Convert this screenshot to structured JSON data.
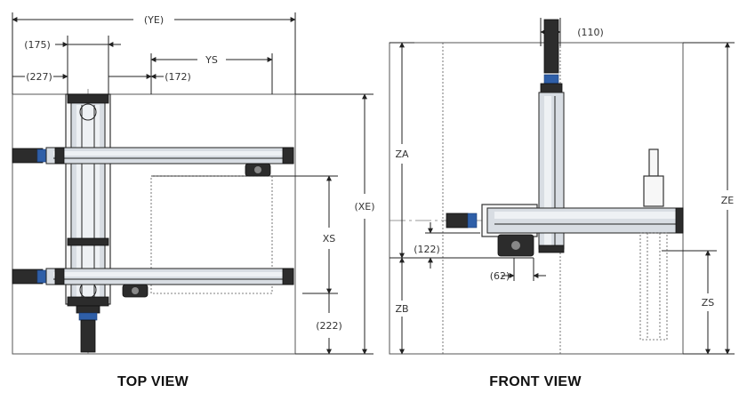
{
  "views": {
    "top": {
      "title": "TOP VIEW"
    },
    "front": {
      "title": "FRONT VIEW"
    }
  },
  "top_dims": {
    "ye": "(YE)",
    "d175": "(175)",
    "d227": "(227)",
    "d172": "(172)",
    "ys": "YS",
    "xe": "(XE)",
    "xs": "XS",
    "d222": "(222)"
  },
  "front_dims": {
    "d110": "(110)",
    "za": "ZA",
    "ze": "ZE",
    "d122": "(122)",
    "d62": "(62)",
    "zb": "ZB",
    "zs": "ZS"
  },
  "colors": {
    "motor_blue": "#2f5fa8",
    "rail_gray": "#d8dde3",
    "line": "#222222"
  }
}
